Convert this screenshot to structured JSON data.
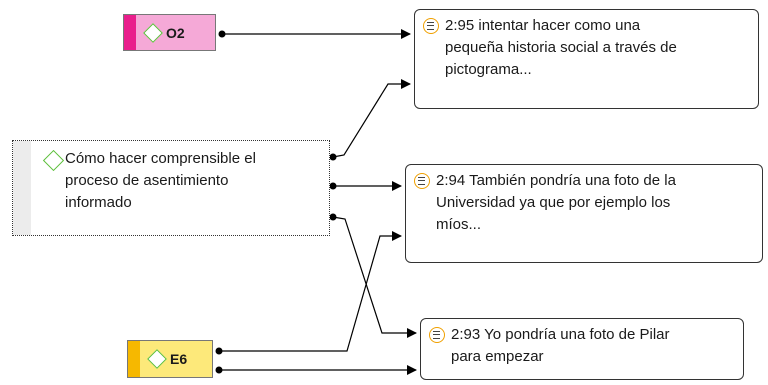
{
  "nodes": {
    "o2": {
      "label": "O2",
      "icon": "diamond-icon",
      "fill": "#f5a9d7",
      "accent": "#e91e8c"
    },
    "e6": {
      "label": "E6",
      "icon": "diamond-icon",
      "fill": "#fde97a",
      "accent": "#f6b800"
    },
    "main": {
      "lines": [
        "Cómo hacer comprensible el",
        "proceso de asentimiento",
        "informado"
      ],
      "icon": "diamond-icon"
    }
  },
  "quotations": {
    "q95": {
      "icon": "quote-icon",
      "lines": [
        "2:95 intentar hacer como una",
        "pequeña historia social a través de",
        "pictograma..."
      ]
    },
    "q94": {
      "icon": "quote-icon",
      "lines": [
        "2:94 También pondría una foto de la",
        "Universidad ya que por ejemplo los",
        "míos..."
      ]
    },
    "q93": {
      "icon": "quote-icon",
      "lines": [
        "2:93 Yo pondría una foto de Pilar",
        "para empezar"
      ]
    }
  },
  "colors": {
    "link": "#000000",
    "code_icon": "#5bbf3a",
    "quote_icon": "#f0a000"
  }
}
